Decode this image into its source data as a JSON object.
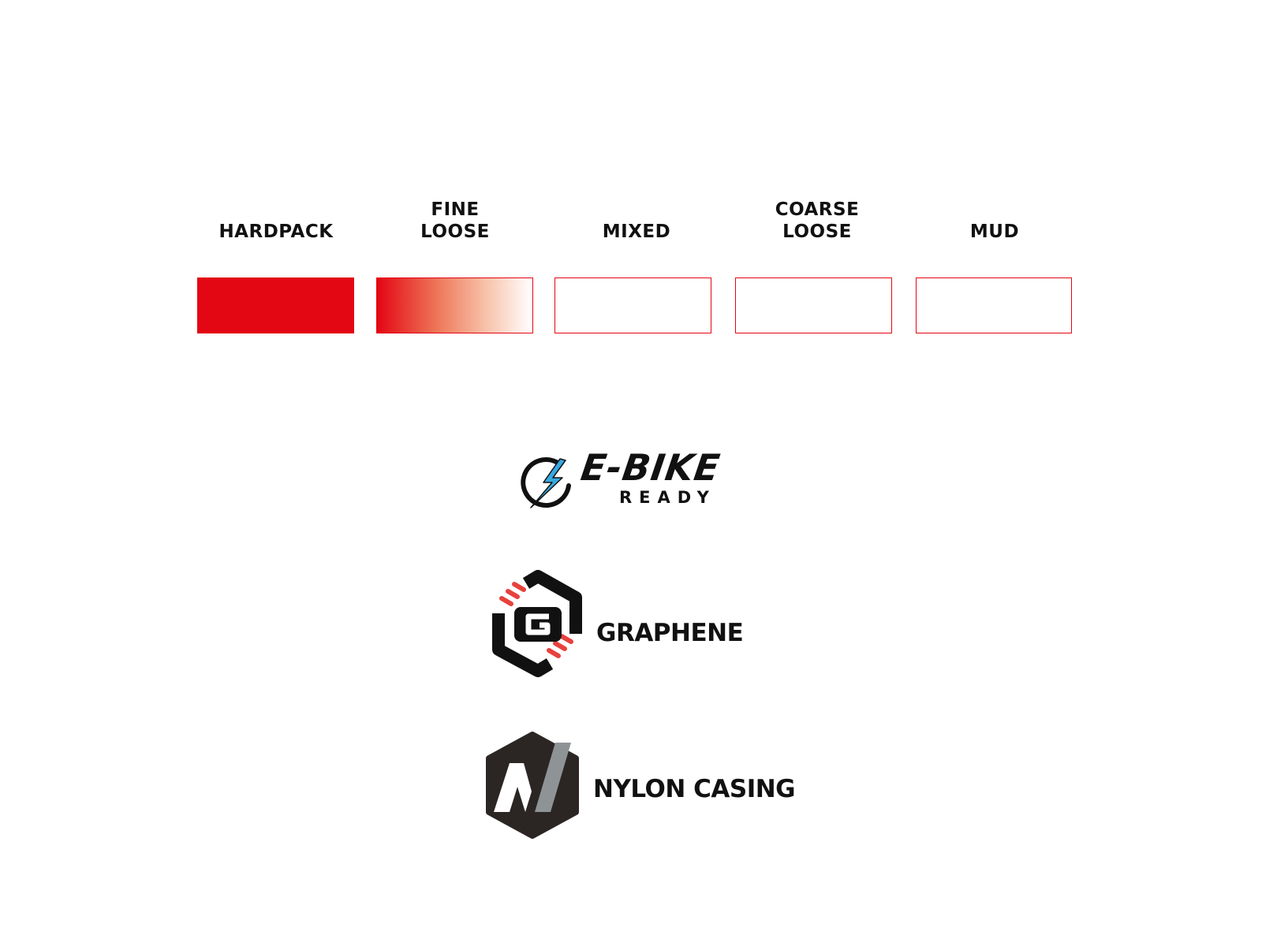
{
  "terrain": {
    "items": [
      {
        "label": "HARDPACK",
        "fill": 1.0
      },
      {
        "label": "FINE\nLOOSE",
        "fill": 0.6
      },
      {
        "label": "MIXED",
        "fill": 0.0
      },
      {
        "label": "COARSE\nLOOSE",
        "fill": 0.0
      },
      {
        "label": "MUD",
        "fill": 0.0
      }
    ],
    "accent_color": "#e30613"
  },
  "features": {
    "ebike": {
      "title": "E-BIKE",
      "subtitle": "READY",
      "icon": "lightning-bolt-icon",
      "bolt_color": "#36a9e1"
    },
    "graphene": {
      "label": "GRAPHENE",
      "icon": "graphene-g-hexagon-icon"
    },
    "nylon": {
      "label": "NYLON CASING",
      "icon": "nylon-n-hexagon-icon"
    }
  }
}
